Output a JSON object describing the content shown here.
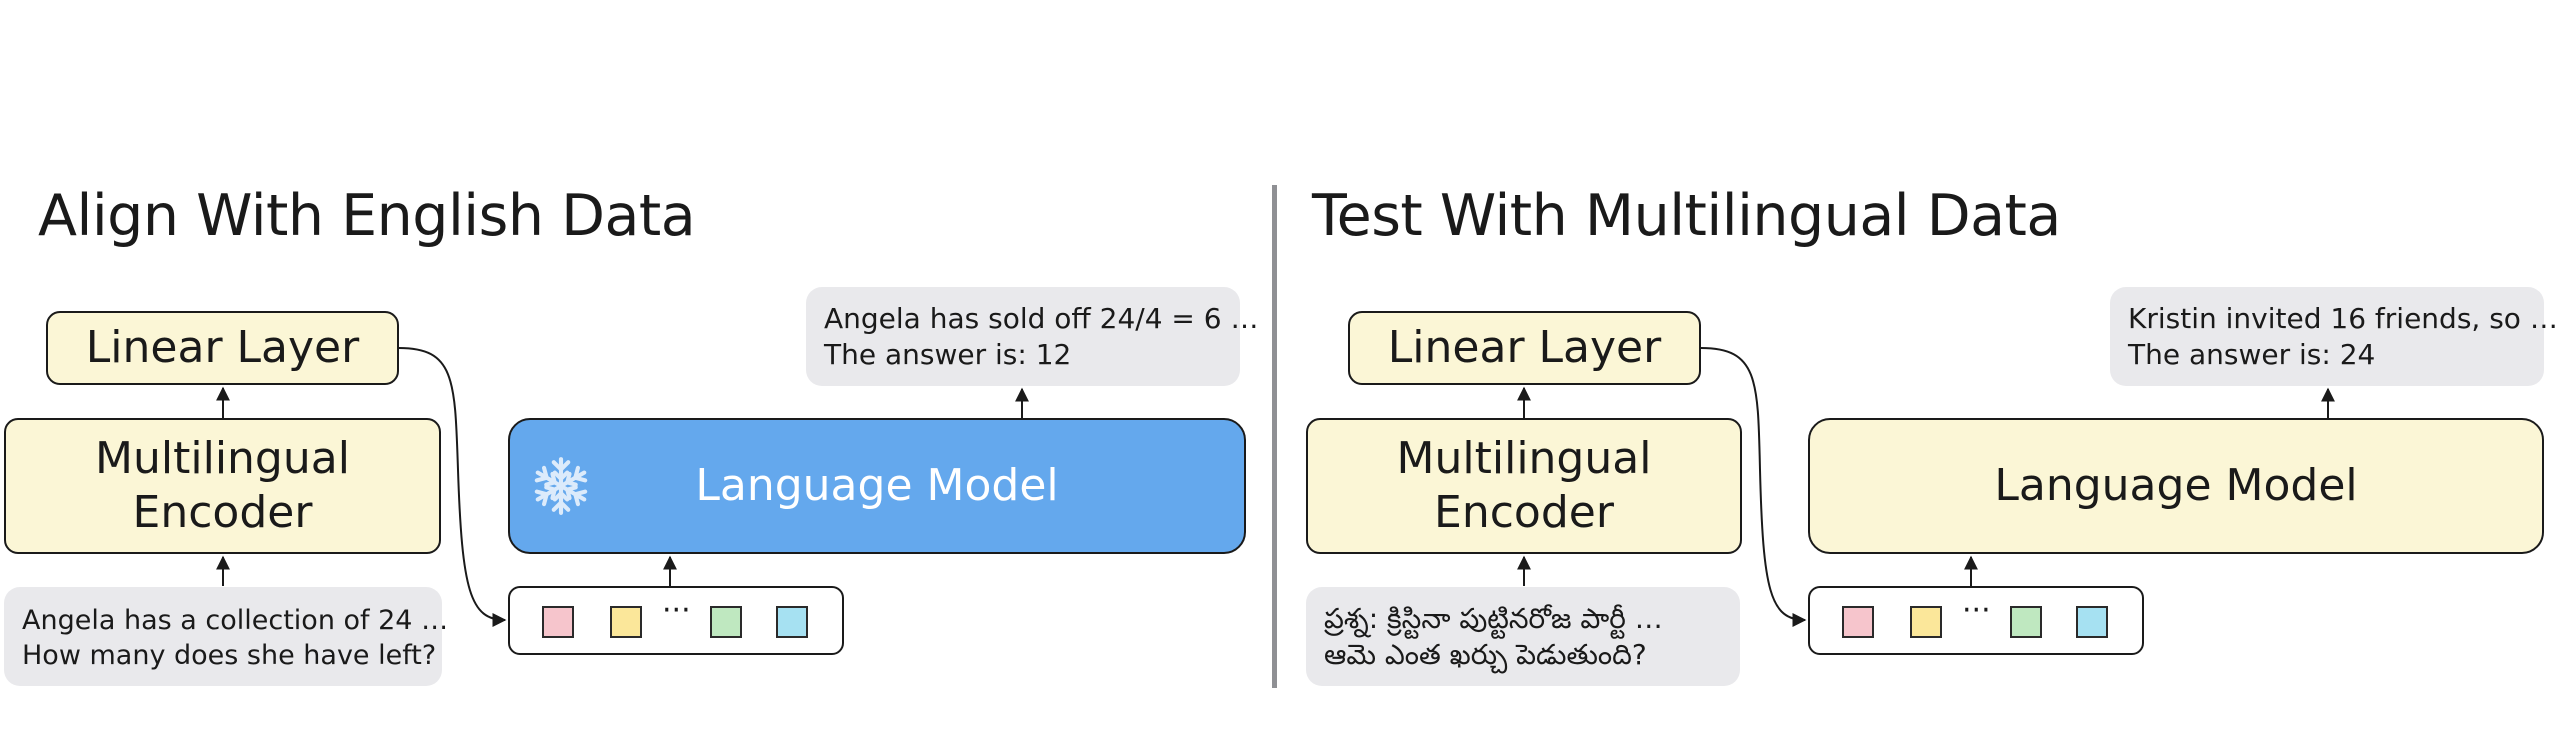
{
  "left_panel": {
    "title": "Align With English Data",
    "linear_layer": "Linear Layer",
    "encoder_line1": "Multilingual",
    "encoder_line2": "Encoder",
    "language_model": "Language Model",
    "language_model_state": "frozen",
    "input_line1": "Angela has a collection of 24 …",
    "input_line2": "How many does she have left?",
    "output_line1": "Angela has sold off 24/4 = 6 …",
    "output_line2": "The answer is: 12",
    "token_ellipsis": "···"
  },
  "right_panel": {
    "title": "Test With Multilingual Data",
    "linear_layer": "Linear Layer",
    "encoder_line1": "Multilingual",
    "encoder_line2": "Encoder",
    "language_model": "Language Model",
    "input_line1": "ప్రశ్న: క్రిస్టినా పుట్టినరోజ పార్టీ …",
    "input_line2": "ఆమె ఎంత ఖర్చు పెడుతుంది?",
    "output_line1": "Kristin invited 16 friends, so …",
    "output_line2": "The answer is: 24",
    "token_ellipsis": "···"
  },
  "colors": {
    "module_fill": "#fbf6d6",
    "frozen_model_fill": "#64a8ed",
    "bubble_fill": "#e9e9ec",
    "divider": "#8f9094",
    "token_colors": [
      "#f6c5cc",
      "#fbe79a",
      "#bfe8c0",
      "#a6e1f2"
    ]
  },
  "icons": {
    "frozen": "snowflake-icon"
  }
}
